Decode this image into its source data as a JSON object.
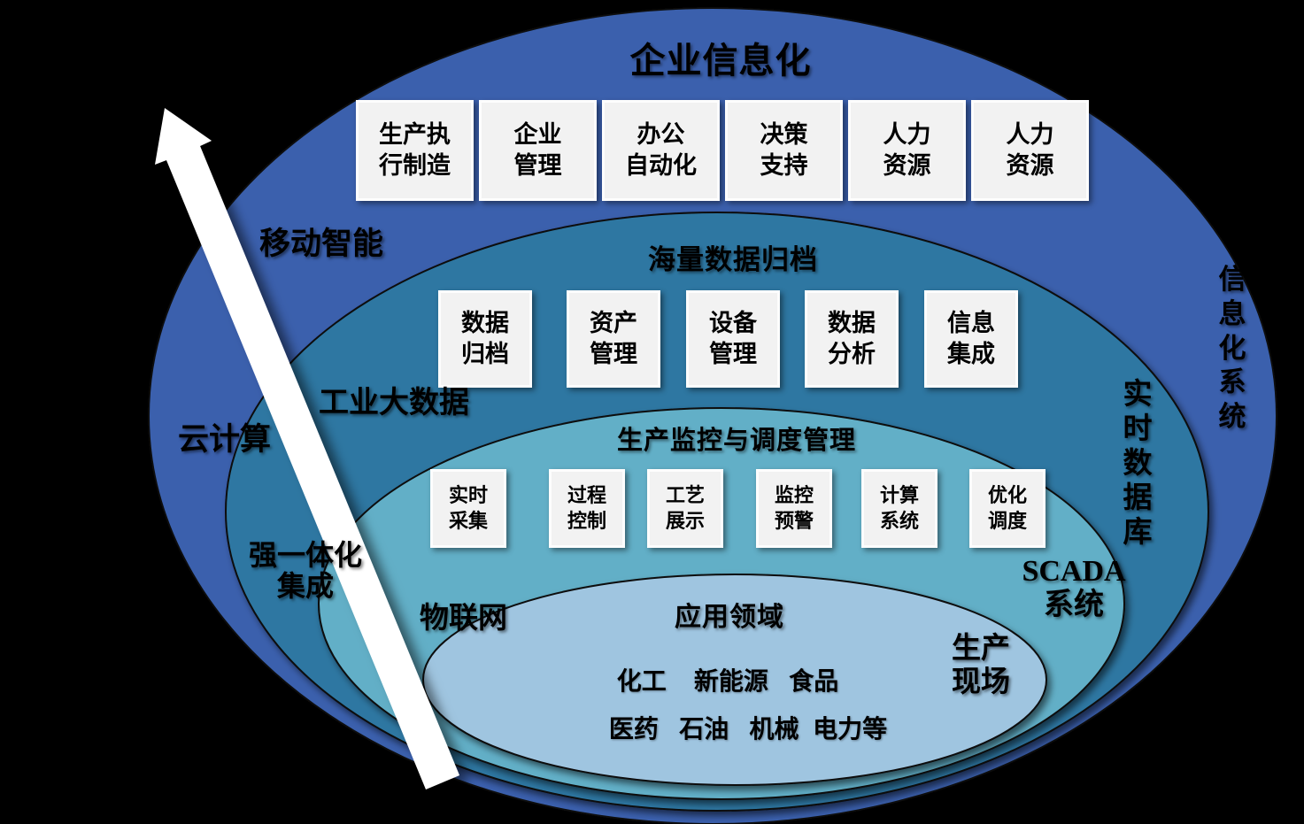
{
  "colors": {
    "background": "#000000",
    "layer1_fill": "#3A61AD",
    "layer2_fill": "#2F77A2",
    "layer3_fill": "#62AFC7",
    "layer4_fill": "#9FC5E0",
    "ellipse_stroke": "#0b0b0b",
    "arrow_fill": "#FFFFFF",
    "box_fill": "#F2F2F2",
    "text": "#000000"
  },
  "layers": [
    {
      "title": "企业信息化",
      "boxes": [
        {
          "label": "生产执\n行制造"
        },
        {
          "label": "企业\n管理"
        },
        {
          "label": "办公\n自动化"
        },
        {
          "label": "决策\n支持"
        },
        {
          "label": "人力\n资源"
        },
        {
          "label": "人力\n资源"
        }
      ]
    },
    {
      "title": "海量数据归档",
      "boxes": [
        {
          "label": "数据\n归档"
        },
        {
          "label": "资产\n管理"
        },
        {
          "label": "设备\n管理"
        },
        {
          "label": "数据\n分析"
        },
        {
          "label": "信息\n集成"
        }
      ]
    },
    {
      "title": "生产监控与调度管理",
      "boxes": [
        {
          "label": "实时\n采集"
        },
        {
          "label": "过程\n控制"
        },
        {
          "label": "工艺\n展示"
        },
        {
          "label": "监控\n预警"
        },
        {
          "label": "计算\n系统"
        },
        {
          "label": "优化\n调度"
        }
      ]
    },
    {
      "title": "应用领域",
      "industries_line1": "化工    新能源   食品",
      "industries_line2": "医药   石油   机械  电力等"
    }
  ],
  "side_labels": {
    "mobile_intelligence": "移动智能",
    "cloud_computing": "云计算",
    "industrial_big_data": "工业大数据",
    "integration": "强一体化\n集成",
    "iot": "物联网",
    "scada": "SCADA\n系统",
    "production_site": "生产\n现场",
    "realtime_database": "实\n时\n数\n据\n库",
    "informatization_system": "信\n息\n化\n系\n统"
  }
}
